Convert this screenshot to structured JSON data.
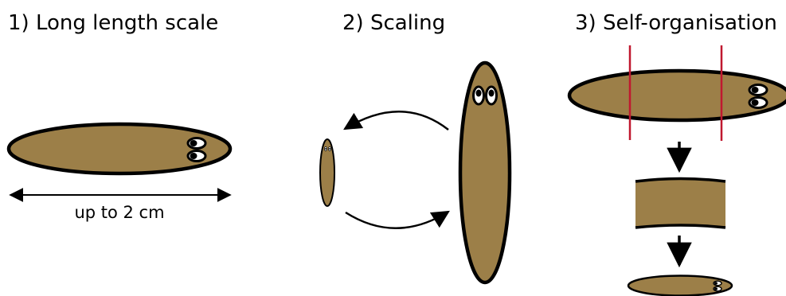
{
  "panels": [
    {
      "title": "1) Long length scale",
      "caption": "up to 2 cm"
    },
    {
      "title": "2) Scaling"
    },
    {
      "title": "3) Self-organisation"
    }
  ],
  "colors": {
    "body_fill": "#9c7f48",
    "outline": "#000000",
    "cut_line": "#c0182f",
    "eye_white": "#ffffff"
  }
}
